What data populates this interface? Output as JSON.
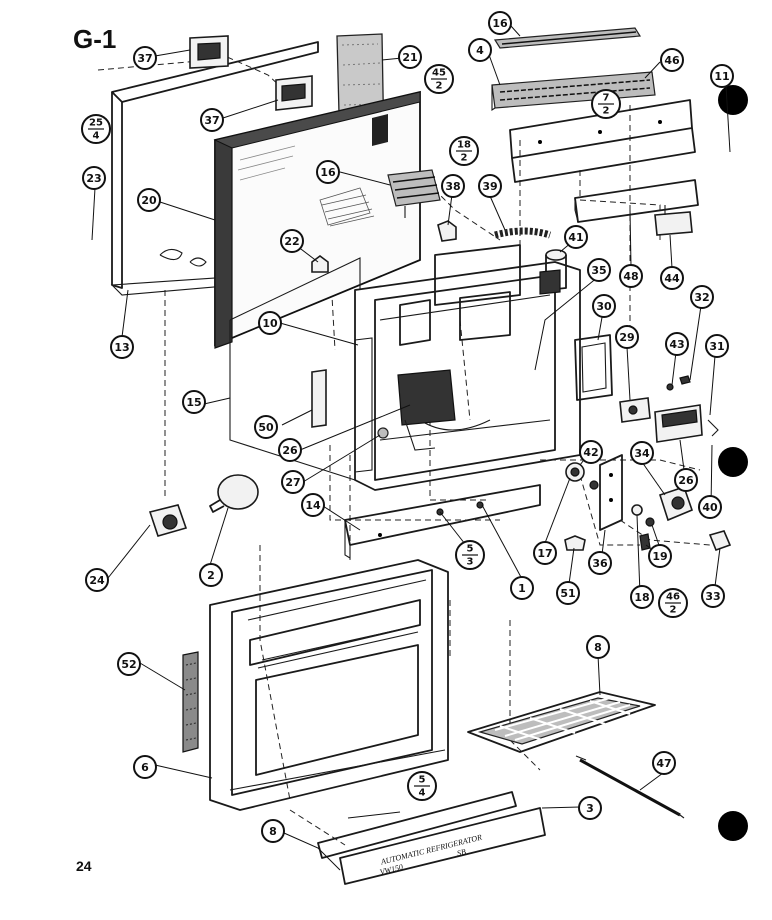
{
  "header": {
    "section_title": "G-1"
  },
  "footer": {
    "page_number": "24"
  },
  "plate": {
    "brand_line": "AUTOMATIC REFRIGERATOR",
    "model_code": "VW150",
    "small_code": "SB"
  },
  "callouts": [
    {
      "id": "c37a",
      "label": "37"
    },
    {
      "id": "c21",
      "label": "21"
    },
    {
      "id": "c16a",
      "label": "16"
    },
    {
      "id": "c4",
      "label": "4"
    },
    {
      "id": "c46",
      "label": "46"
    },
    {
      "id": "c11",
      "label": "11"
    },
    {
      "id": "c37b",
      "label": "37"
    },
    {
      "id": "c23",
      "label": "23"
    },
    {
      "id": "c20",
      "label": "20"
    },
    {
      "id": "c16b",
      "label": "16"
    },
    {
      "id": "c38a",
      "label": "38"
    },
    {
      "id": "c39",
      "label": "39"
    },
    {
      "id": "c22",
      "label": "22"
    },
    {
      "id": "c41",
      "label": "41"
    },
    {
      "id": "c44",
      "label": "44"
    },
    {
      "id": "c48",
      "label": "48"
    },
    {
      "id": "c13",
      "label": "13"
    },
    {
      "id": "c10",
      "label": "10"
    },
    {
      "id": "c35",
      "label": "35"
    },
    {
      "id": "c32",
      "label": "32"
    },
    {
      "id": "c30",
      "label": "30"
    },
    {
      "id": "c29",
      "label": "29"
    },
    {
      "id": "c43",
      "label": "43"
    },
    {
      "id": "c31",
      "label": "31"
    },
    {
      "id": "c15",
      "label": "15"
    },
    {
      "id": "c50",
      "label": "50"
    },
    {
      "id": "c26a",
      "label": "26"
    },
    {
      "id": "c27",
      "label": "27"
    },
    {
      "id": "c42",
      "label": "42"
    },
    {
      "id": "c34",
      "label": "34"
    },
    {
      "id": "c26b",
      "label": "26"
    },
    {
      "id": "c40",
      "label": "40"
    },
    {
      "id": "c14",
      "label": "14"
    },
    {
      "id": "c1",
      "label": "1"
    },
    {
      "id": "c17",
      "label": "17"
    },
    {
      "id": "c19",
      "label": "19"
    },
    {
      "id": "c24",
      "label": "24"
    },
    {
      "id": "c2",
      "label": "2"
    },
    {
      "id": "c51",
      "label": "51"
    },
    {
      "id": "c36",
      "label": "36"
    },
    {
      "id": "c18",
      "label": "18"
    },
    {
      "id": "c33",
      "label": "33"
    },
    {
      "id": "c8a",
      "label": "8"
    },
    {
      "id": "c52",
      "label": "52"
    },
    {
      "id": "c47",
      "label": "47"
    },
    {
      "id": "c6",
      "label": "6"
    },
    {
      "id": "c3",
      "label": "3"
    },
    {
      "id": "c8b",
      "label": "8"
    }
  ],
  "fraction_callouts": [
    {
      "id": "f25_4",
      "num": "25",
      "den": "4"
    },
    {
      "id": "f45_2",
      "num": "45",
      "den": "2"
    },
    {
      "id": "f7_2",
      "num": "7",
      "den": "2"
    },
    {
      "id": "f18_2",
      "num": "18",
      "den": "2"
    },
    {
      "id": "f5_3",
      "num": "5",
      "den": "3"
    },
    {
      "id": "f46_2",
      "num": "46",
      "den": "2"
    },
    {
      "id": "f5_4",
      "num": "5",
      "den": "4"
    }
  ]
}
